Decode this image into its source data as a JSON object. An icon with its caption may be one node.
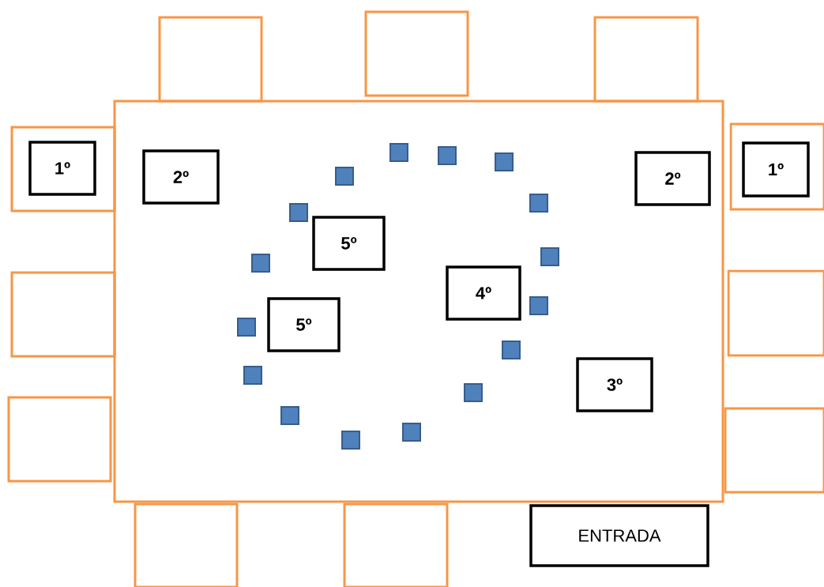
{
  "diagram": {
    "nodes": [
      {
        "text": [],
        "shape": "box"
      },
      {
        "text": [],
        "shape": "box"
      },
      {
        "text": [],
        "shape": "box"
      },
      {
        "text": [],
        "shape": "box"
      },
      {
        "text": [],
        "shape": "box"
      },
      {
        "text": [
          "1º"
        ],
        "in": 4
      },
      {
        "text": [
          "2º"
        ],
        "in": 3
      },
      {
        "text": [
          "2º"
        ],
        "in": 3
      },
      {
        "text": [],
        "shape": "box"
      },
      {
        "text": [
          "1º"
        ],
        "in": 8
      },
      {
        "text": [],
        "shape": "box",
        "in": 3
      },
      {
        "text": [],
        "shape": "box",
        "in": 3
      },
      {
        "text": [],
        "shape": "box",
        "in": 3
      },
      {
        "text": [],
        "shape": "box",
        "in": 3
      },
      {
        "text": [],
        "shape": "box",
        "in": 3
      },
      {
        "text": [],
        "shape": "box",
        "in": 3
      },
      {
        "text": [
          "5º"
        ],
        "in": 3
      },
      {
        "text": [],
        "shape": "box",
        "in": 3
      },
      {
        "text": [],
        "shape": "box",
        "in": 3
      },
      {
        "text": [
          "4º"
        ],
        "in": 3
      },
      {
        "text": [],
        "shape": "box",
        "in": 3
      },
      {
        "text": [],
        "shape": "box",
        "in": 3
      },
      {
        "text": [
          "5º"
        ],
        "in": 3
      },
      {
        "text": [],
        "shape": "box"
      },
      {
        "text": [],
        "shape": "box"
      },
      {
        "text": [],
        "shape": "box",
        "in": 3
      },
      {
        "text": [],
        "shape": "box",
        "in": 3
      },
      {
        "text": [],
        "shape": "box",
        "in": 3
      },
      {
        "text": [],
        "shape": "box",
        "in": 3
      },
      {
        "text": [
          "3º"
        ],
        "in": 3
      },
      {
        "text": [],
        "shape": "box",
        "in": 3
      },
      {
        "text": [],
        "shape": "box",
        "in": 3
      },
      {
        "text": [],
        "shape": "box"
      },
      {
        "text": [],
        "shape": "box"
      },
      {
        "text": [],
        "shape": "box"
      },
      {
        "text": [],
        "shape": "box"
      },
      {
        "text": [
          "ENTRADA"
        ]
      }
    ]
  }
}
